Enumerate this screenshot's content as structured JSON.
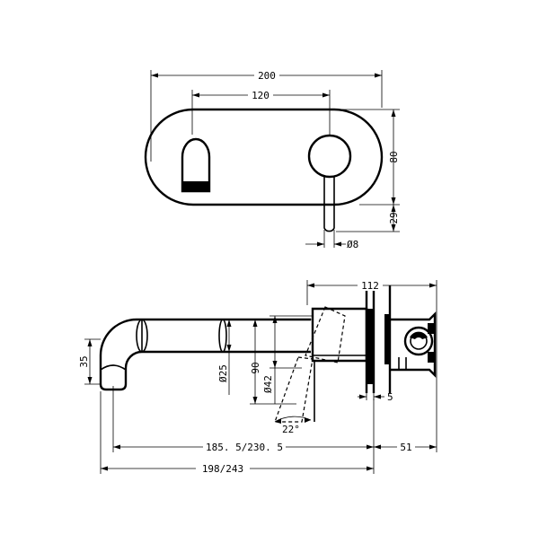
{
  "dimensions": {
    "plate_width": "200",
    "centers": "120",
    "plate_height": "80",
    "lever_drop": "29",
    "lever_diameter": "Ø8",
    "depth": "112",
    "spout_height": "35",
    "spout_diameter": "Ø25",
    "handle_height": "90",
    "handle_diameter": "Ø42",
    "angle": "22°",
    "plate_thickness": "5",
    "spout_reach": "185. 5/230. 5",
    "body_depth": "51",
    "overall_length": "198/243"
  }
}
